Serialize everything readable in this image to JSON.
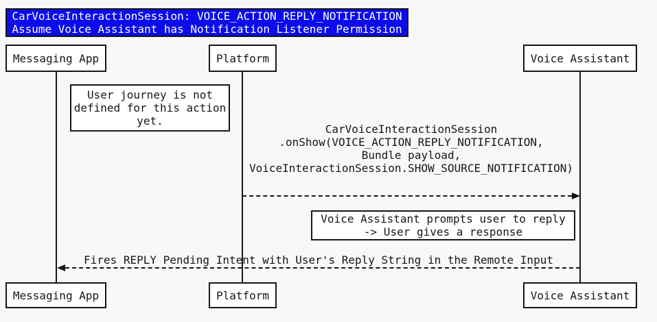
{
  "diagram": {
    "type": "sequence",
    "colors": {
      "background": "#f8f8f8",
      "title_bg": "#0b0beb",
      "title_text": "#ffffff",
      "box_fill": "#ffffff",
      "line": "#161616"
    }
  },
  "title": {
    "line1": "CarVoiceInteractionSession: VOICE_ACTION_REPLY_NOTIFICATION",
    "line2": "Assume Voice Assistant has Notification Listener Permission"
  },
  "actors": [
    {
      "label": "Messaging App"
    },
    {
      "label": "Platform"
    },
    {
      "label": "Voice Assistant"
    }
  ],
  "notes": [
    {
      "over": "Messaging App / Platform",
      "lines": [
        "User journey is not",
        "defined for this action",
        "yet."
      ]
    },
    {
      "over": "Platform / Voice Assistant",
      "lines": [
        "Voice Assistant prompts user to reply",
        "-> User gives a response"
      ]
    }
  ],
  "messages": [
    {
      "from": "Platform",
      "to": "Voice Assistant",
      "style": "dashed",
      "direction": "right",
      "lines": [
        "CarVoiceInteractionSession",
        ".onShow(VOICE_ACTION_REPLY_NOTIFICATION,",
        "Bundle payload,",
        "VoiceInteractionSession.SHOW_SOURCE_NOTIFICATION)"
      ]
    },
    {
      "from": "Voice Assistant",
      "to": "Messaging App",
      "style": "dashed",
      "direction": "left",
      "lines": [
        "Fires REPLY Pending Intent with User's Reply String in the Remote Input"
      ]
    }
  ]
}
